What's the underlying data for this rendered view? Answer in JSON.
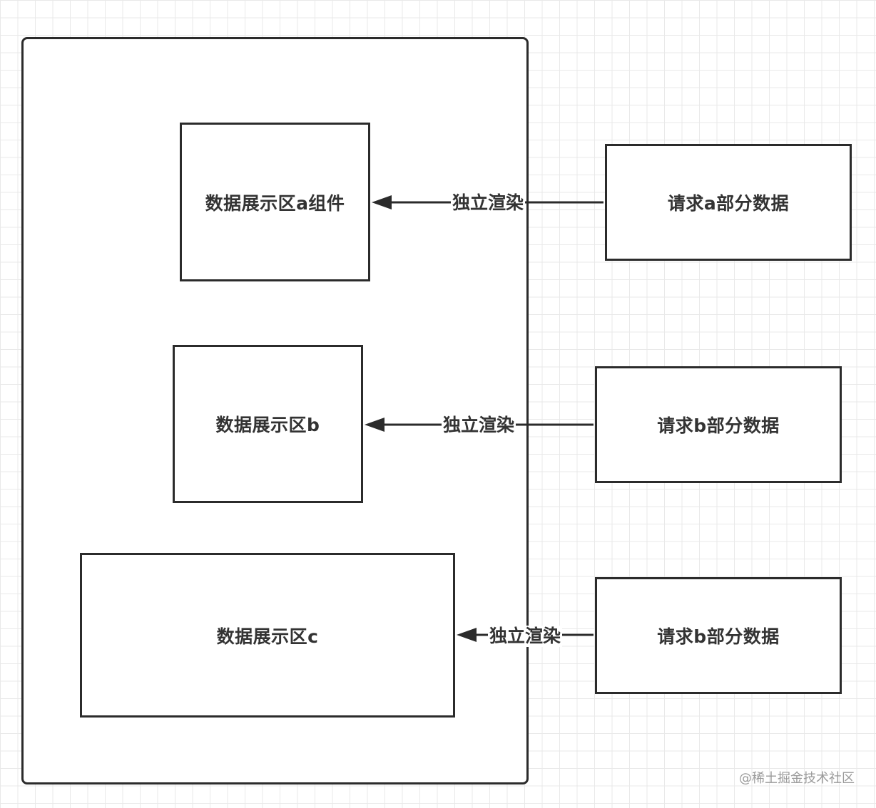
{
  "components": {
    "a": "数据展示区a组件",
    "b": "数据展示区b",
    "c": "数据展示区c"
  },
  "requests": {
    "a": "请求a部分数据",
    "b": "请求b部分数据",
    "c": "请求b部分数据"
  },
  "edges": {
    "a": "独立渲染",
    "b": "独立渲染",
    "c": "独立渲染"
  },
  "watermark": "@稀土掘金技术社区",
  "colors": {
    "stroke": "#2b2b2b",
    "text": "#333333",
    "grid": "#e9e9e9"
  }
}
